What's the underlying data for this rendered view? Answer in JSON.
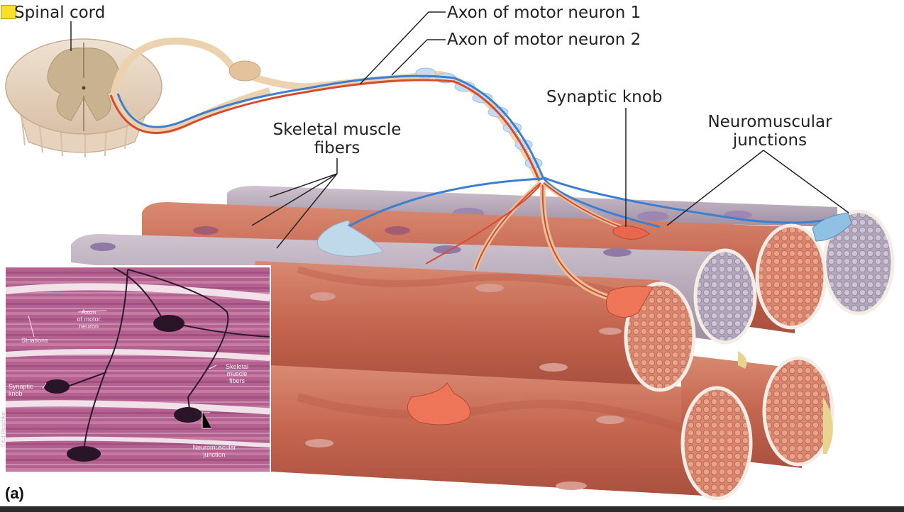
{
  "labels": {
    "spinal_cord": "Spinal cord",
    "axon1": "Axon of motor neuron 1",
    "axon2": "Axon of motor neuron 2",
    "synaptic_knob": "Synaptic knob",
    "nmj_line1": "Neuromuscular",
    "nmj_line2": "junctions",
    "skm_line1": "Skeletal muscle",
    "skm_line2": "fibers",
    "part": "(a)"
  },
  "micrograph": {
    "axon_l1": "Axon",
    "axon_l2": "of motor",
    "axon_l3": "neuron",
    "striations": "Striations",
    "skm_l1": "Skeletal",
    "skm_l2": "muscle",
    "skm_l3": "fibers",
    "knob_l1": "Synaptic",
    "knob_l2": "knob",
    "nmj_l1": "Neuromuscular",
    "nmj_l2": "junction",
    "credit": "©Ed Reschke"
  },
  "colors": {
    "muscle": "#c86a55",
    "muscle_dark": "#a9503f",
    "fiber_gray": "#b3a3b4",
    "neuron1": "#3a7fd0",
    "neuron2": "#d84a2e",
    "myelin": "#b9d6ea",
    "micrograph_bg": "#b3628f"
  }
}
